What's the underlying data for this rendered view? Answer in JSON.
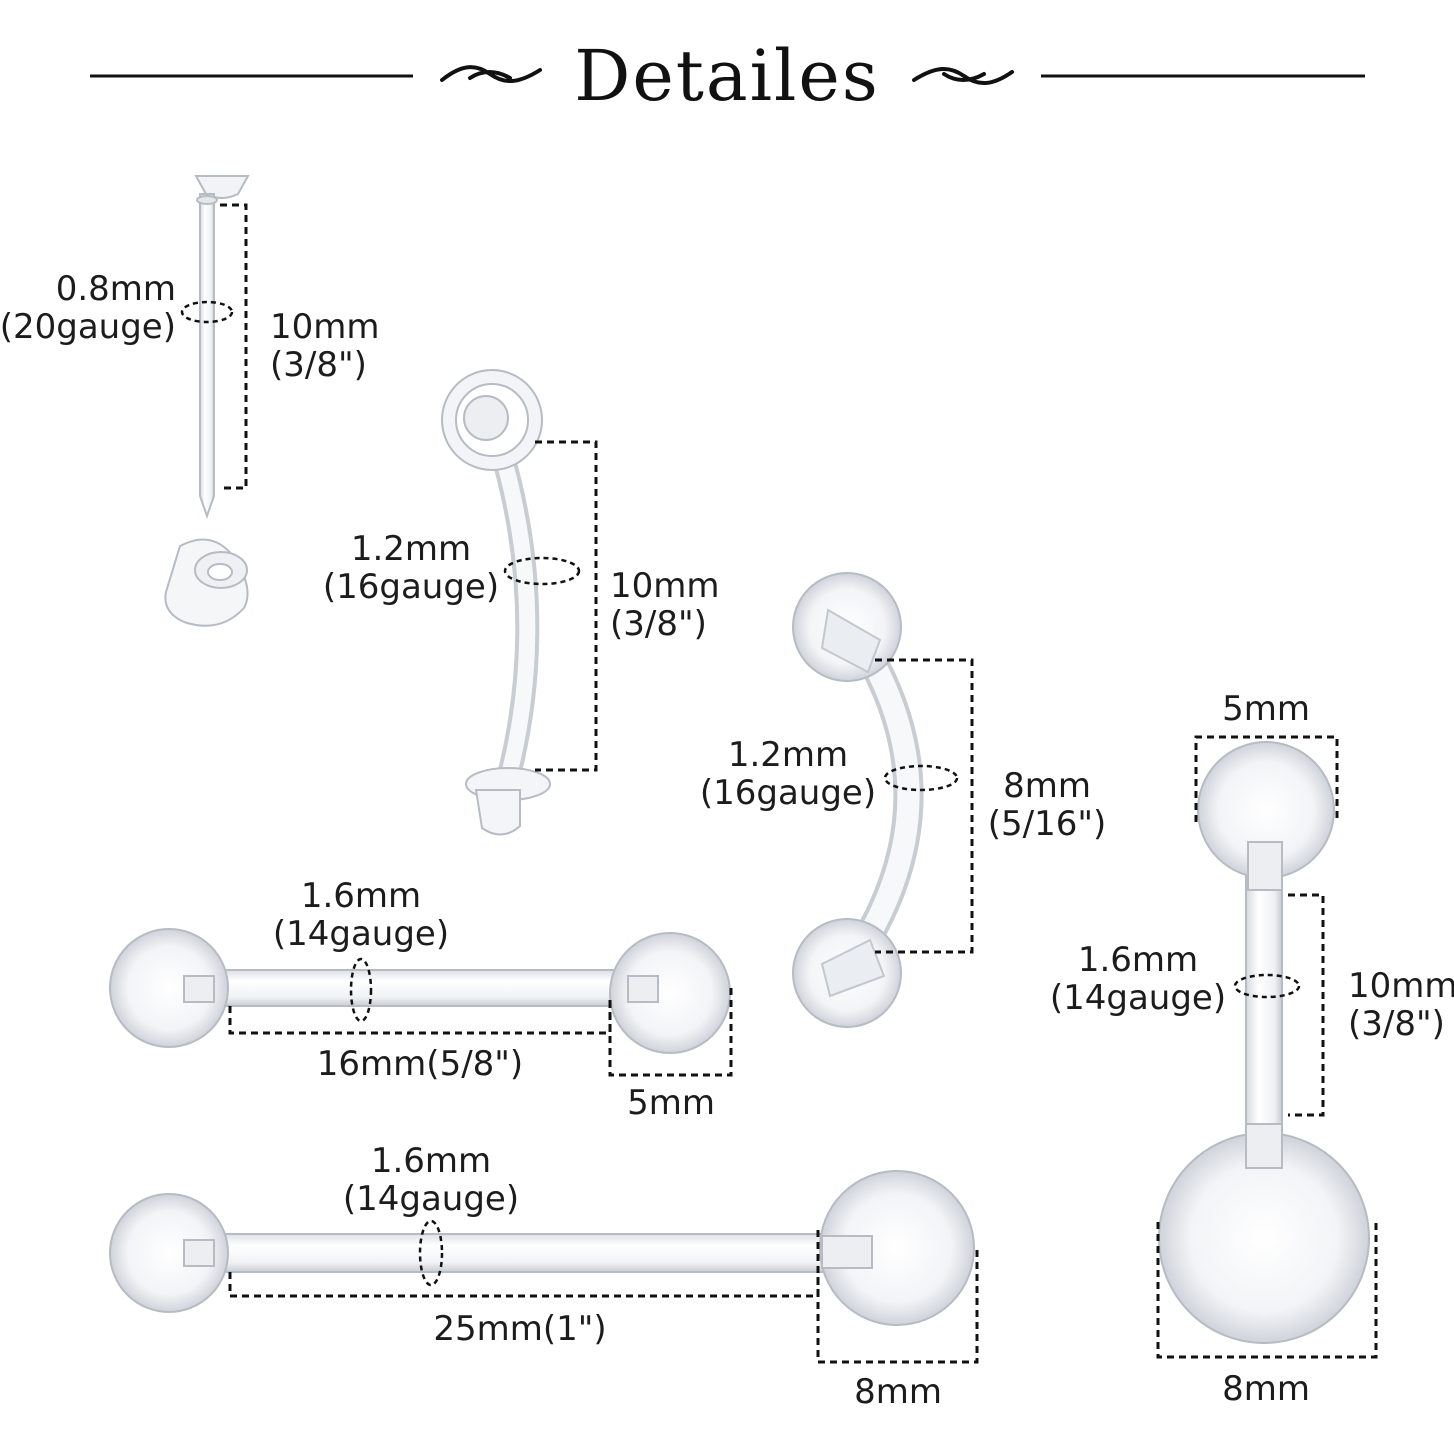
{
  "title": "Detailes",
  "colors": {
    "text": "#1c1c1c",
    "acrylic_fill": "#f4f5f7",
    "acrylic_edge": "#b9bec7",
    "dashes": "#111111"
  },
  "items": {
    "flat_stud": {
      "gauge": "0.8mm",
      "gauge_note": "(20gauge)",
      "length": "10mm",
      "length_note": "(3/8\")"
    },
    "curved_barbell_disc": {
      "gauge": "1.2mm",
      "gauge_note": "(16gauge)",
      "length": "10mm",
      "length_note": "(3/8\")"
    },
    "curved_barbell_balls": {
      "gauge": "1.2mm",
      "gauge_note": "(16gauge)",
      "length": "8mm",
      "length_note": "(5/16\")"
    },
    "straight_barbell_short": {
      "gauge": "1.6mm",
      "gauge_note": "(14gauge)",
      "length": "16mm(5/8\")",
      "ball": "5mm"
    },
    "straight_barbell_long": {
      "gauge": "1.6mm",
      "gauge_note": "(14gauge)",
      "length": "25mm(1\")",
      "ball": "8mm"
    },
    "belly_ring": {
      "top_ball": "5mm",
      "gauge": "1.6mm",
      "gauge_note": "(14gauge)",
      "length": "10mm",
      "length_note": "(3/8\")",
      "bottom_ball": "8mm"
    }
  }
}
